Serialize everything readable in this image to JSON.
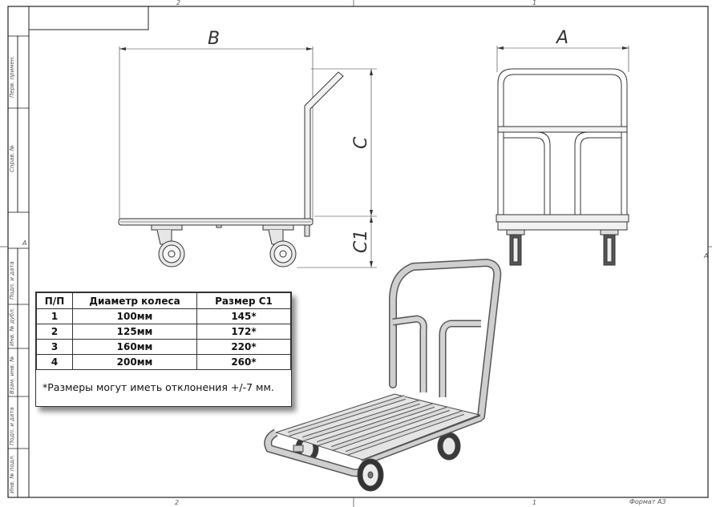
{
  "frame": {
    "zone_top_left": "2",
    "zone_top_right": "1",
    "zone_bottom_left": "2",
    "zone_bottom_right": "1",
    "zone_side_left": "A",
    "zone_side_right": "A",
    "format_label": "Формат А3",
    "side_cells": [
      "Перв. примен.",
      "Справ. №",
      "Подп. и дата",
      "Инв. № дубл.",
      "Взам. инв. №",
      "Подп. и дата",
      "Инв. № подл."
    ]
  },
  "dimensions": {
    "b": "B",
    "a": "A",
    "c": "C",
    "c1": "C1"
  },
  "table": {
    "headers": [
      "П/П",
      "Диаметр колеса",
      "Размер С1"
    ],
    "rows": [
      [
        "1",
        "100мм",
        "145*"
      ],
      [
        "2",
        "125мм",
        "172*"
      ],
      [
        "3",
        "160мм",
        "220*"
      ],
      [
        "4",
        "200мм",
        "260*"
      ]
    ],
    "note": "*Размеры могут иметь отклонения +/-7 мм."
  }
}
